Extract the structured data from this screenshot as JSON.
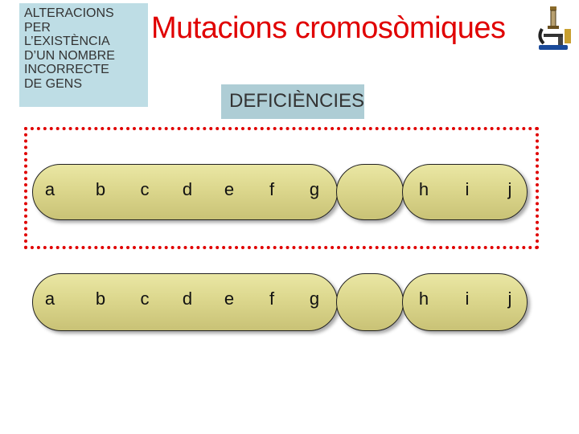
{
  "topic": {
    "text": "ALTERACIONS\nPER\nL’EXISTÈNCIA\nD’UN NOMBRE\nINCORRECTE\nDE GENS"
  },
  "title": "Mutacions cromosòmiques",
  "subtitle": "DEFICIÈNCIES",
  "icons": {
    "header_icon": "microscope-icon"
  },
  "colors": {
    "title": "#e00000",
    "highlight_border": "#e00000",
    "chromosome_fill": "#dcd78d",
    "topic_box": "#bedde5"
  },
  "chromosomes": [
    {
      "genes": [
        "a",
        "b",
        "c",
        "d",
        "e",
        "f",
        "g",
        "h",
        "i",
        "j"
      ]
    },
    {
      "genes": [
        "a",
        "b",
        "c",
        "d",
        "e",
        "f",
        "g",
        "h",
        "i",
        "j"
      ]
    }
  ]
}
